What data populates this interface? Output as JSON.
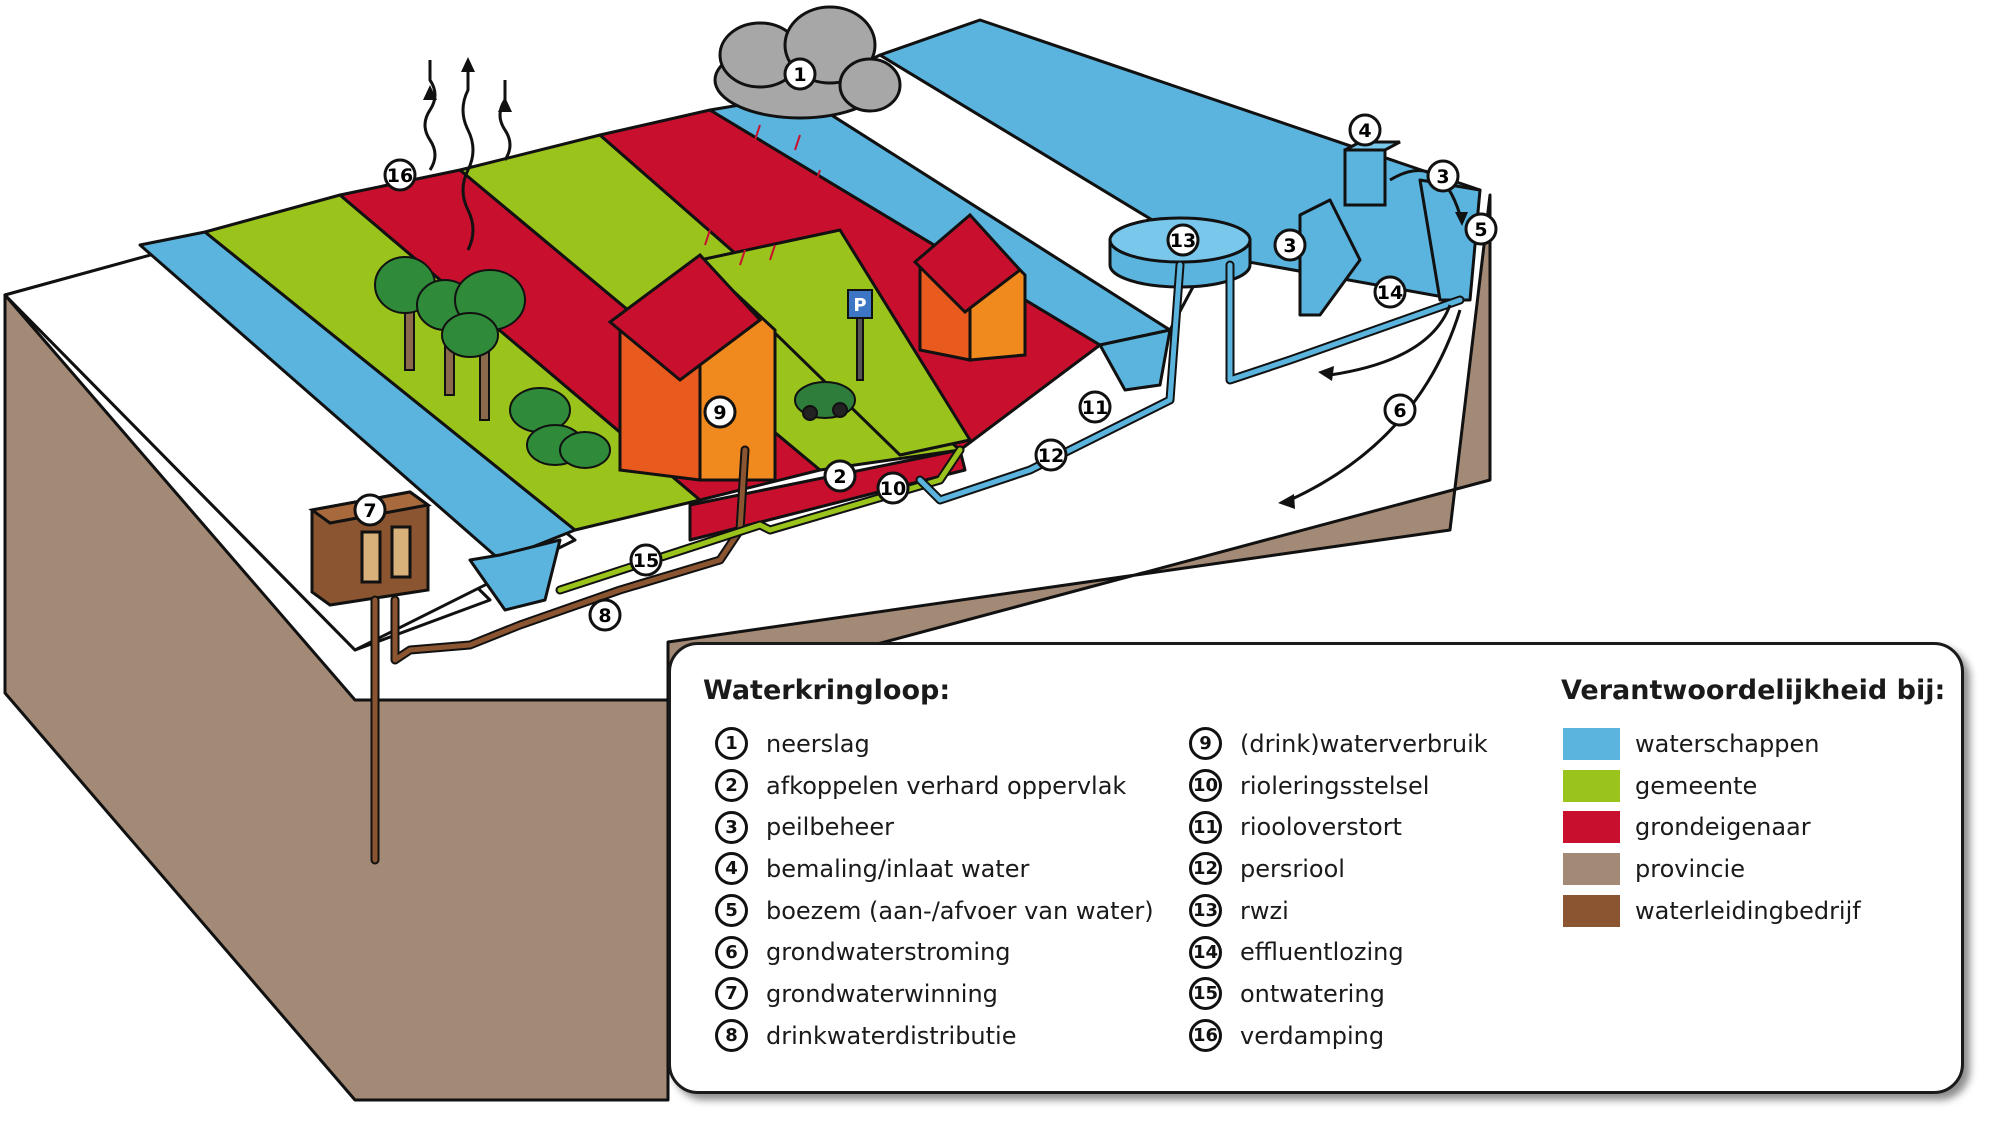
{
  "colors": {
    "waterschappen": "#5bb4de",
    "gemeente": "#9ac31c",
    "grondeigenaar": "#c8102e",
    "provincie": "#a38a77",
    "waterleidingbedrijf": "#8a5530"
  },
  "markers": [
    "1",
    "2",
    "3",
    "4",
    "5",
    "6",
    "7",
    "8",
    "9",
    "10",
    "11",
    "12",
    "13",
    "14",
    "15",
    "16"
  ],
  "legend": {
    "cycle_title": "Waterkringloop:",
    "cycle_items": [
      {
        "num": "1",
        "label": "neerslag"
      },
      {
        "num": "2",
        "label": "afkoppelen verhard oppervlak"
      },
      {
        "num": "3",
        "label": "peilbeheer"
      },
      {
        "num": "4",
        "label": "bemaling/inlaat water"
      },
      {
        "num": "5",
        "label": "boezem (aan-/afvoer van water)"
      },
      {
        "num": "6",
        "label": "grondwaterstroming"
      },
      {
        "num": "7",
        "label": "grondwaterwinning"
      },
      {
        "num": "8",
        "label": "drinkwaterdistributie"
      },
      {
        "num": "9",
        "label": "(drink)waterverbruik"
      },
      {
        "num": "10",
        "label": "rioleringsstelsel"
      },
      {
        "num": "11",
        "label": "riooloverstort"
      },
      {
        "num": "12",
        "label": "persriool"
      },
      {
        "num": "13",
        "label": "rwzi"
      },
      {
        "num": "14",
        "label": "effluentlozing"
      },
      {
        "num": "15",
        "label": "ontwatering"
      },
      {
        "num": "16",
        "label": "verdamping"
      }
    ],
    "resp_title": "Verantwoordelijkheid bij:",
    "resp_items": [
      {
        "label": "waterschappen",
        "color": "#5bb4de"
      },
      {
        "label": "gemeente",
        "color": "#9ac31c"
      },
      {
        "label": "grondeigenaar",
        "color": "#c8102e"
      },
      {
        "label": "provincie",
        "color": "#a38a77"
      },
      {
        "label": "waterleidingbedrijf",
        "color": "#8a5530"
      }
    ]
  }
}
